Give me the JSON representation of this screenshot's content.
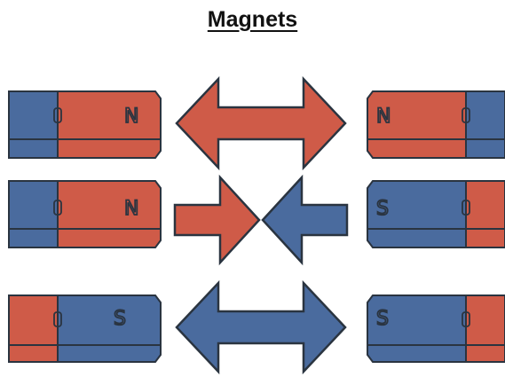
{
  "title": "Magnets",
  "colors": {
    "north": "#cf5b48",
    "south": "#4a6b9e",
    "outline": "#2a3440"
  },
  "rows": [
    {
      "left_magnet": {
        "left_pole": "S",
        "right_pole": "N",
        "label": "N"
      },
      "interaction": "repel",
      "arrow_color": "north",
      "right_magnet": {
        "left_pole": "N",
        "right_pole": "S",
        "label": "N"
      }
    },
    {
      "left_magnet": {
        "left_pole": "S",
        "right_pole": "N",
        "label": "N"
      },
      "interaction": "attract",
      "arrow_color": "mixed",
      "right_magnet": {
        "left_pole": "S",
        "right_pole": "N",
        "label": "S"
      }
    },
    {
      "left_magnet": {
        "left_pole": "N",
        "right_pole": "S",
        "label": "S"
      },
      "interaction": "repel",
      "arrow_color": "south",
      "right_magnet": {
        "left_pole": "S",
        "right_pole": "N",
        "label": "S"
      }
    }
  ]
}
